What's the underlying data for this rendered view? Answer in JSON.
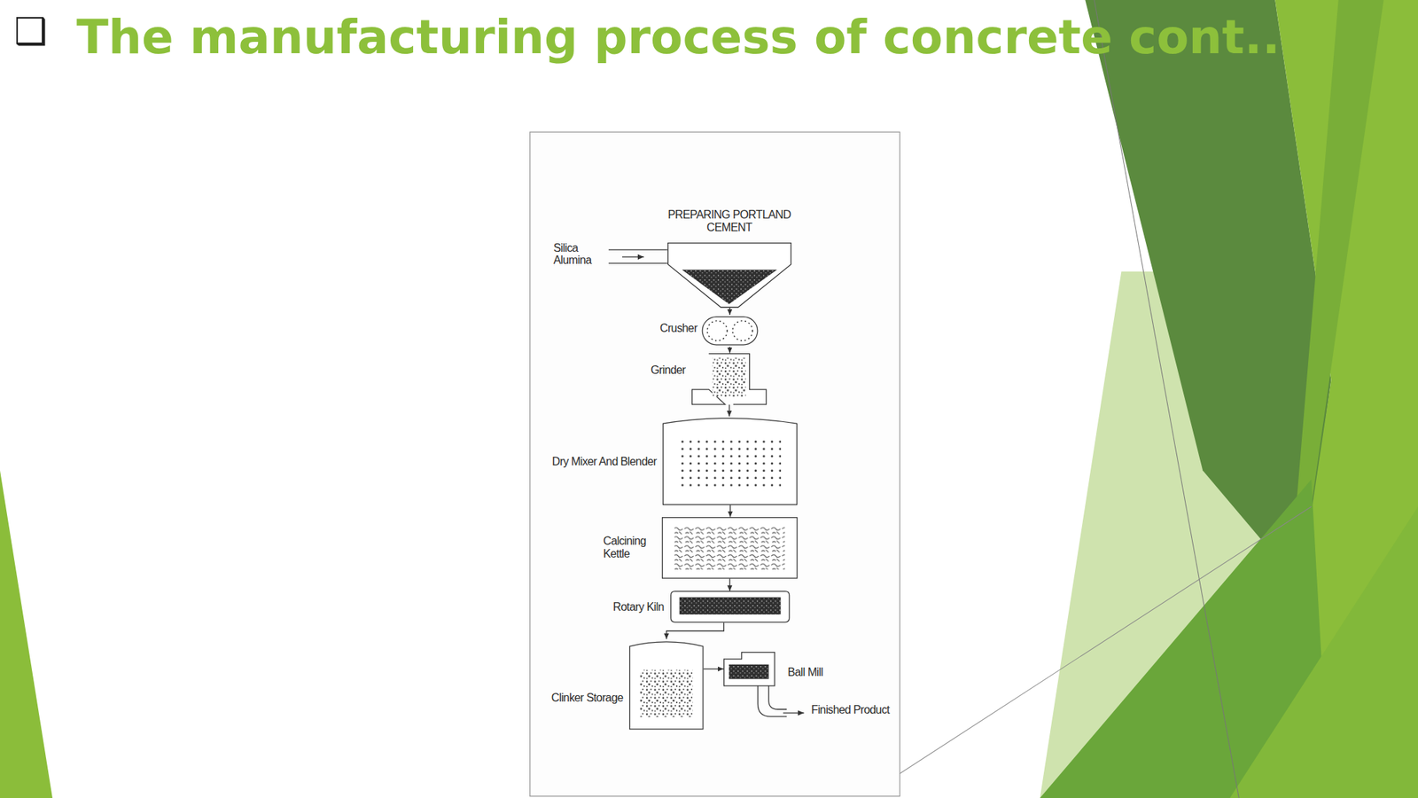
{
  "diagram": {
    "title": "The manufacturing process of concrete cont..",
    "nodes": [
      {
        "text": [
          "PREPARING PORTLAND CEMENT"
        ]
      },
      {
        "text": [
          "Crusher"
        ]
      },
      {
        "text": [
          "Grinder"
        ]
      },
      {
        "text": [
          "Dry Mixer And Blender"
        ]
      },
      {
        "text": [
          "Calcining Kettle"
        ]
      },
      {
        "text": [
          "Rotary Kiln"
        ]
      },
      {
        "text": [
          "Clinker Storage"
        ]
      },
      {
        "text": [
          "Ball Mill"
        ]
      }
    ],
    "edges": [
      {
        "from": 0,
        "to": 1,
        "arrow": "to"
      },
      {
        "from": 1,
        "to": 2,
        "arrow": "to"
      },
      {
        "from": 2,
        "to": 3,
        "arrow": "to"
      },
      {
        "from": 3,
        "to": 4,
        "arrow": "to"
      },
      {
        "from": 4,
        "to": 5,
        "arrow": "to"
      },
      {
        "from": 5,
        "to": 6,
        "arrow": "to"
      },
      {
        "from": 6,
        "to": 7,
        "arrow": "to"
      }
    ],
    "labels": [
      "❑",
      "Silica Alumina",
      "Finished Product"
    ]
  }
}
